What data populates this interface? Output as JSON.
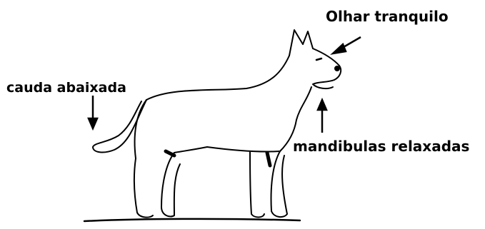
{
  "labels": {
    "gaze": "Olhar tranquilo",
    "tail": "cauda abaixada",
    "jaw": "mandibulas relaxadas"
  },
  "colors": {
    "ink": "#000000",
    "background": "#ffffff"
  }
}
